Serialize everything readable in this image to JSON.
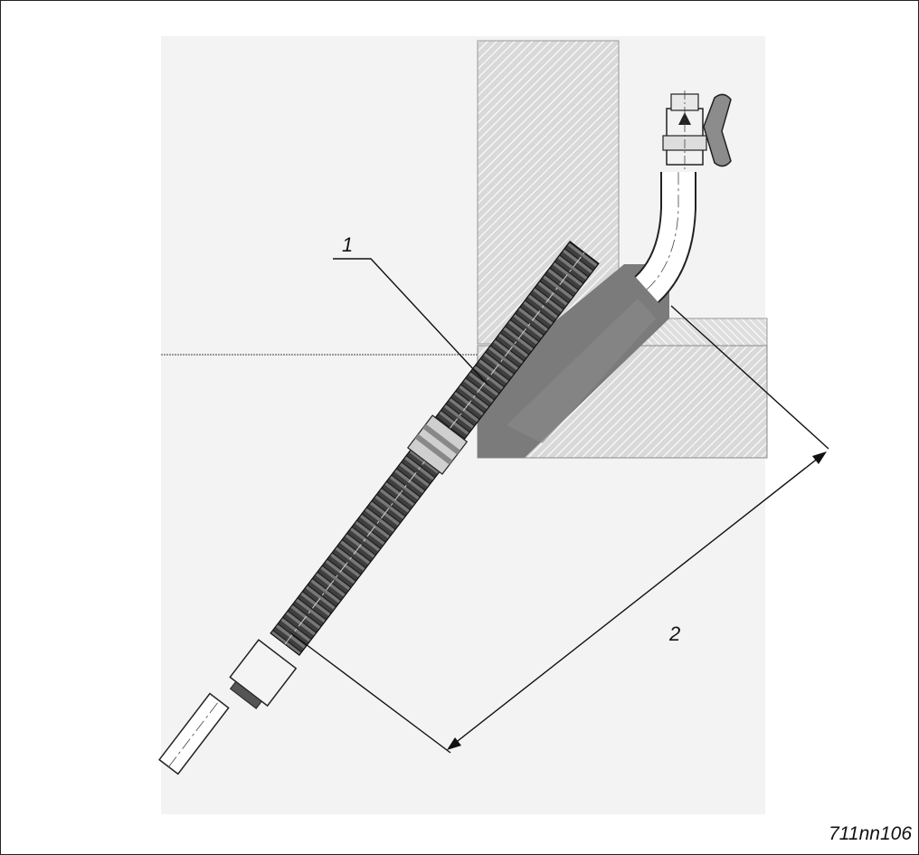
{
  "callouts": {
    "item_1": "1",
    "item_2": "2"
  },
  "figure_id": "711nn106",
  "colors": {
    "background_panel": "#f2f2f2",
    "hatch_fill": "#d4d4d4",
    "sleeve": "#7a7a7a",
    "hose": "#3a3a3a",
    "line": "#111111"
  }
}
